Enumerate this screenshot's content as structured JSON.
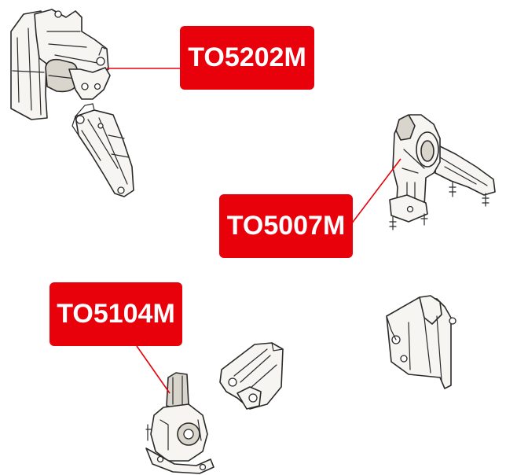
{
  "labels": {
    "to5202m": "TO5202M",
    "to5007m": "TO5007M",
    "to5104m": "TO5104M"
  },
  "colors": {
    "label_bg": "#e8000b",
    "label_text": "#ffffff",
    "leader": "#e8000b",
    "line_art": "#2a2a2a"
  }
}
